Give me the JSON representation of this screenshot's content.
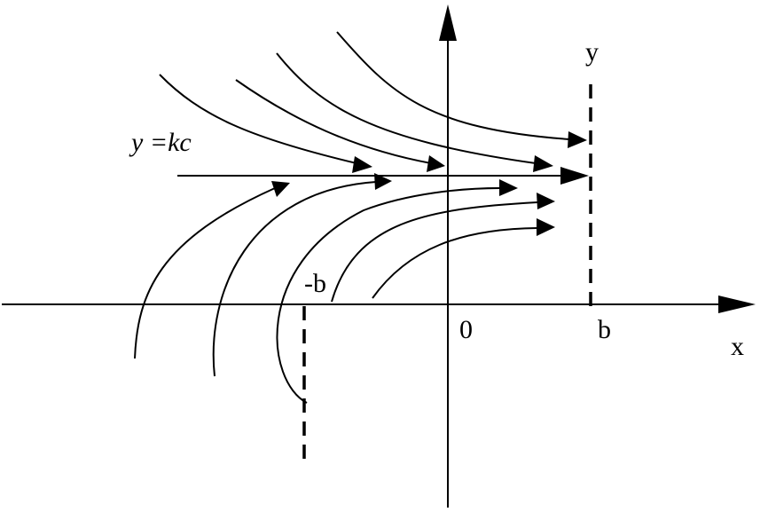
{
  "labels": {
    "x_axis": "x",
    "y_axis": "y",
    "origin": "0",
    "b": "b",
    "minus_b": "-b",
    "line_eq_y": "y",
    "line_eq_rest": " =kc"
  },
  "colors": {
    "ink": "#000000",
    "background": "#ffffff"
  }
}
